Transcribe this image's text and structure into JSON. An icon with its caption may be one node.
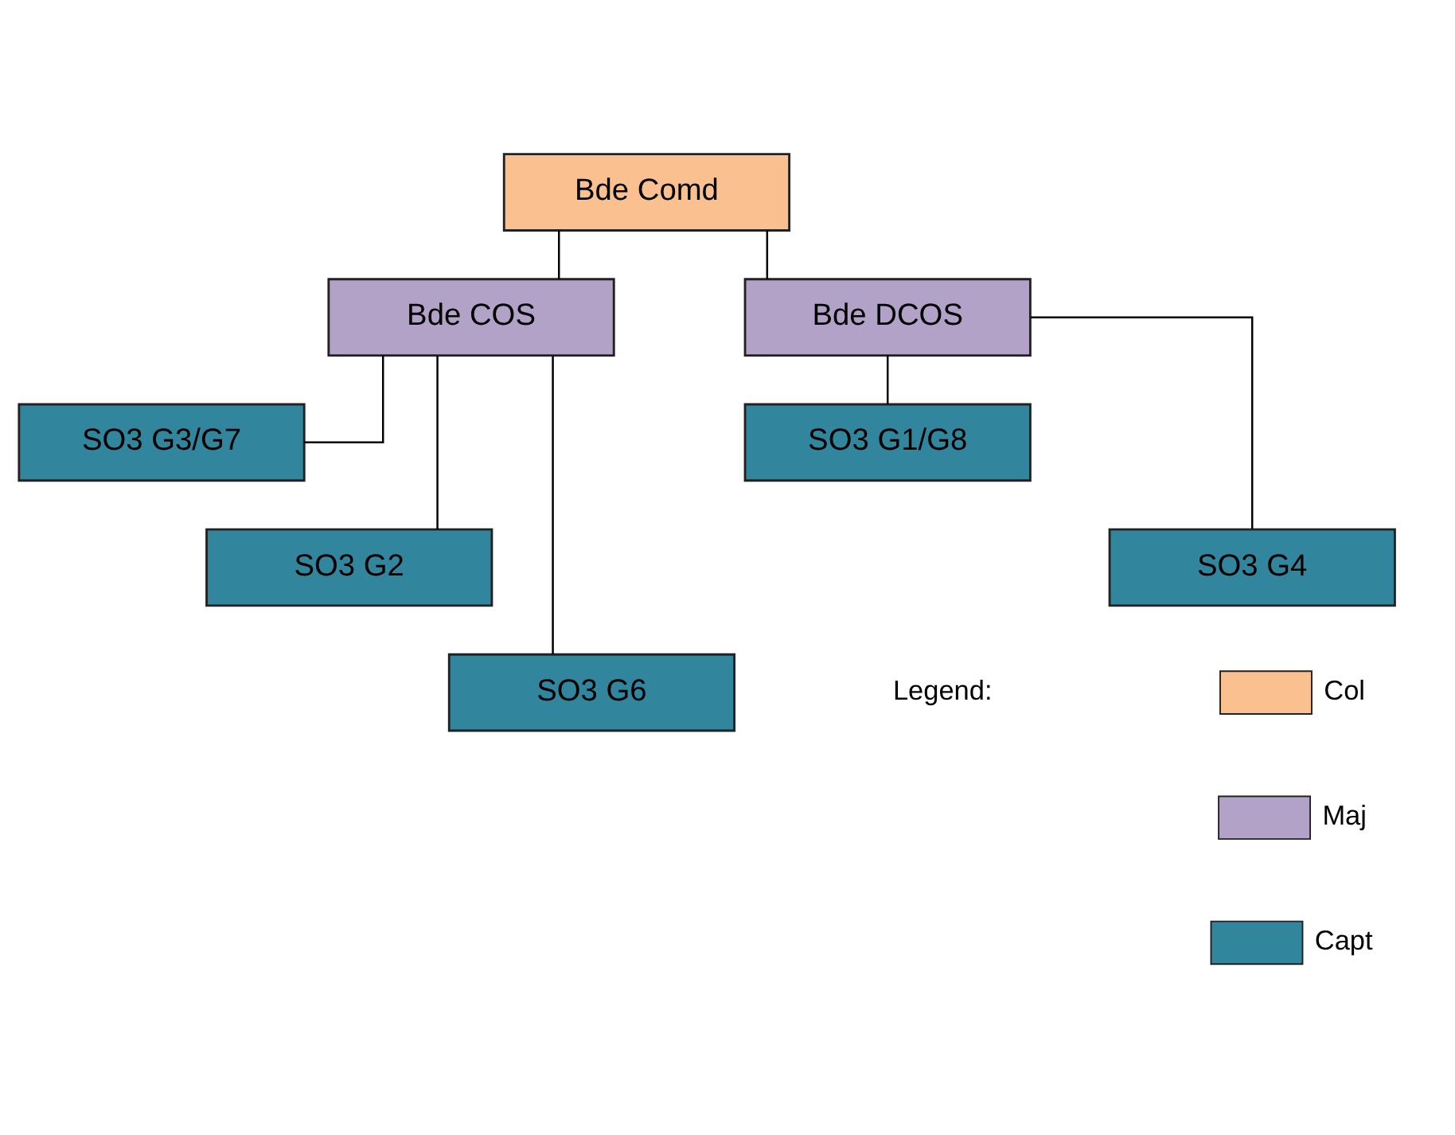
{
  "diagram": {
    "nodes": [
      {
        "text": [
          "Bde Comd"
        ]
      },
      {
        "text": [
          "Bde COS"
        ]
      },
      {
        "text": [
          "Bde DCOS"
        ]
      },
      {
        "text": [
          "SO3 G3/G7"
        ]
      },
      {
        "text": [
          "SO3 G2"
        ]
      },
      {
        "text": [
          "SO3 G6"
        ]
      },
      {
        "text": [
          "SO3 G1/G8"
        ]
      },
      {
        "text": [
          "SO3 G4"
        ]
      }
    ],
    "edges": [
      {
        "from": 0,
        "to": 1,
        "arrow": "none"
      },
      {
        "from": 0,
        "to": 2,
        "arrow": "none"
      },
      {
        "from": 1,
        "to": 3,
        "arrow": "none"
      },
      {
        "from": 1,
        "to": 4,
        "arrow": "none"
      },
      {
        "from": 1,
        "to": 5,
        "arrow": "none"
      },
      {
        "from": 2,
        "to": 6,
        "arrow": "none"
      },
      {
        "from": 2,
        "to": 7,
        "arrow": "none"
      }
    ],
    "labels": [
      "Legend:"
    ],
    "legend": [
      {
        "text": "Col",
        "color": "#fac090"
      },
      {
        "text": "Maj",
        "color": "#b3a2c7"
      },
      {
        "text": "Capt",
        "color": "#31859c"
      }
    ]
  }
}
